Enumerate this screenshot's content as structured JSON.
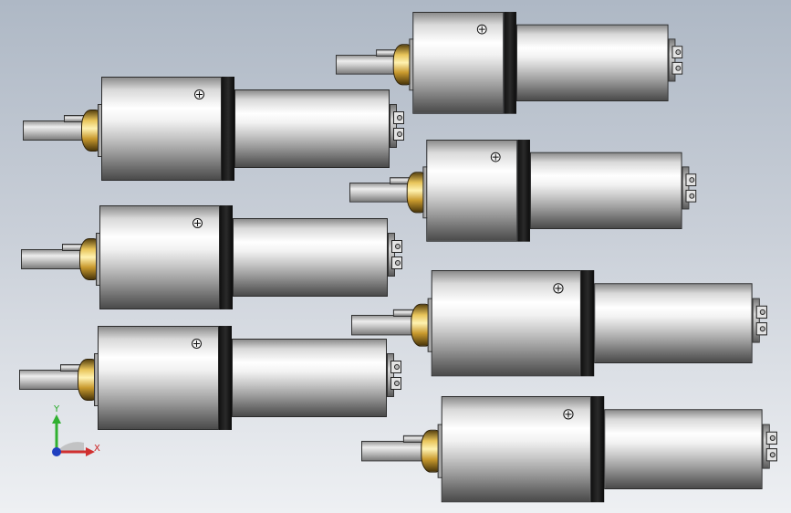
{
  "viewport": {
    "background_top": "#aeb8c5",
    "background_bottom": "#eef0f3",
    "model": {
      "part_type": "gear-motor",
      "instances": 7
    }
  },
  "triad": {
    "x_label": "X",
    "y_label": "Y",
    "x_color": "#d03030",
    "y_color": "#30b030",
    "z_color": "#2040c0"
  }
}
